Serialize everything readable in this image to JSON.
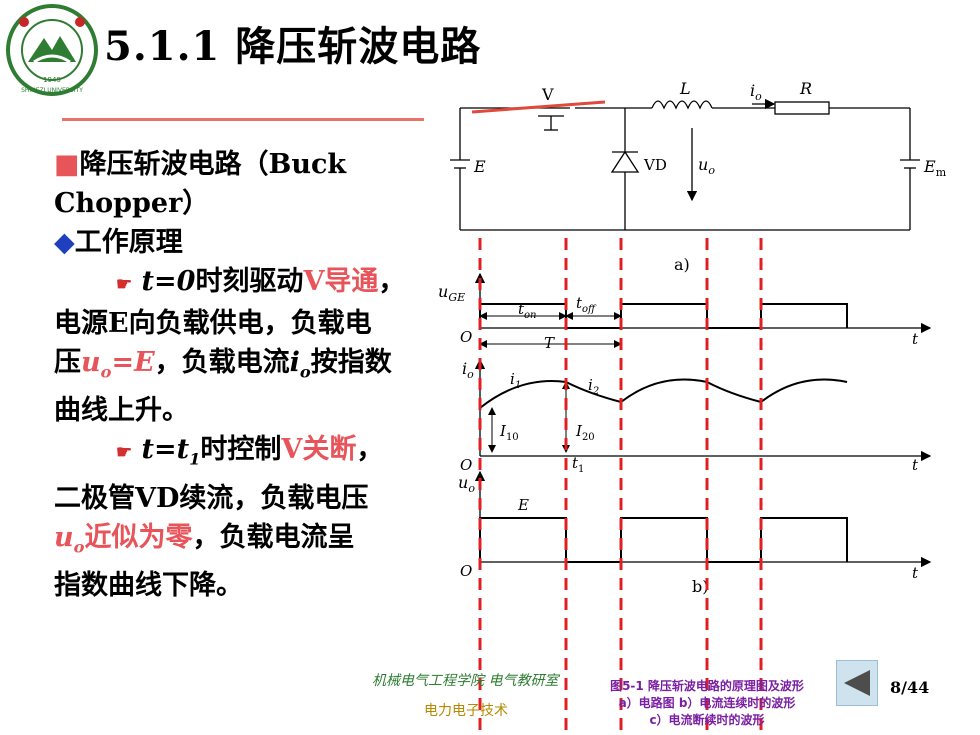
{
  "header": {
    "title": "5.1.1 降压斩波电路",
    "logo": {
      "text": "SHIHEZI UNIVERSITY",
      "year": "1949",
      "colors": {
        "ring": "#2e7d32",
        "seal": "#c62828"
      }
    }
  },
  "body": {
    "heading_square": "■",
    "heading_line1": "降压斩波电路（Buck",
    "heading_line2": "Chopper）",
    "diamond": "◆",
    "principle": "工作原理",
    "pointer_icon": "☛",
    "p1": {
      "t0": "t=0",
      "t0_after": "时刻驱动",
      "v_on": "V导通",
      "comma": "，",
      "line2": "电源E向负载供电，负载电",
      "line3_pre": "压",
      "u": "u",
      "sub_o": "o",
      "eq_e": "=E",
      "line3_mid": "，负载电流",
      "i": "i",
      "line3_post": "按指数",
      "line4": "曲线上升。"
    },
    "p2": {
      "t_eq": "t=t",
      "sub_1": "1",
      "after": "时控制",
      "v_off": "V关断",
      "comma": "，",
      "line2": "二极管VD续流，负载电压",
      "u": "u",
      "sub_o": "o",
      "near_zero": "近似为零",
      "line3_post": "，负载电流呈",
      "line4": "指数曲线下降。"
    }
  },
  "circuit": {
    "V": "V",
    "L": "L",
    "io": "i",
    "io_sub": "o",
    "R": "R",
    "E": "E",
    "VD": "VD",
    "uo": "u",
    "uo_sub": "o",
    "Em": "E",
    "Em_sub": "m",
    "label_a": "a)"
  },
  "waveforms": {
    "uGE": "u",
    "uGE_sub": "GE",
    "ton": "t",
    "ton_sub": "on",
    "toff": "t",
    "toff_sub": "off",
    "T": "T",
    "O": "O",
    "t": "t",
    "io": "i",
    "io_sub": "o",
    "i1": "i",
    "i1_sub": "1",
    "i2": "i",
    "i2_sub": "2",
    "I10": "I",
    "I10_sub": "10",
    "I20": "I",
    "I20_sub": "20",
    "t1": "t",
    "t1_sub": "1",
    "uo": "u",
    "uo_sub": "o",
    "E": "E",
    "label_b": "b)"
  },
  "footer": {
    "dept": "机械电气工程学院 电气教研室",
    "course": "电力电子技术",
    "caption_line1": "图5-1 降压斩波电路的原理图及波形",
    "caption_line2": "a）电路图 b）电流连续时的波形",
    "caption_line3": "c）电流断续时的波形",
    "page": "8/44"
  },
  "colors": {
    "accent_red": "#e7545a",
    "dashed_red": "#e02020",
    "diamond_blue": "#1f3fbf",
    "caption_purple": "#7b1fa2",
    "dept_green": "#2e7d32"
  }
}
